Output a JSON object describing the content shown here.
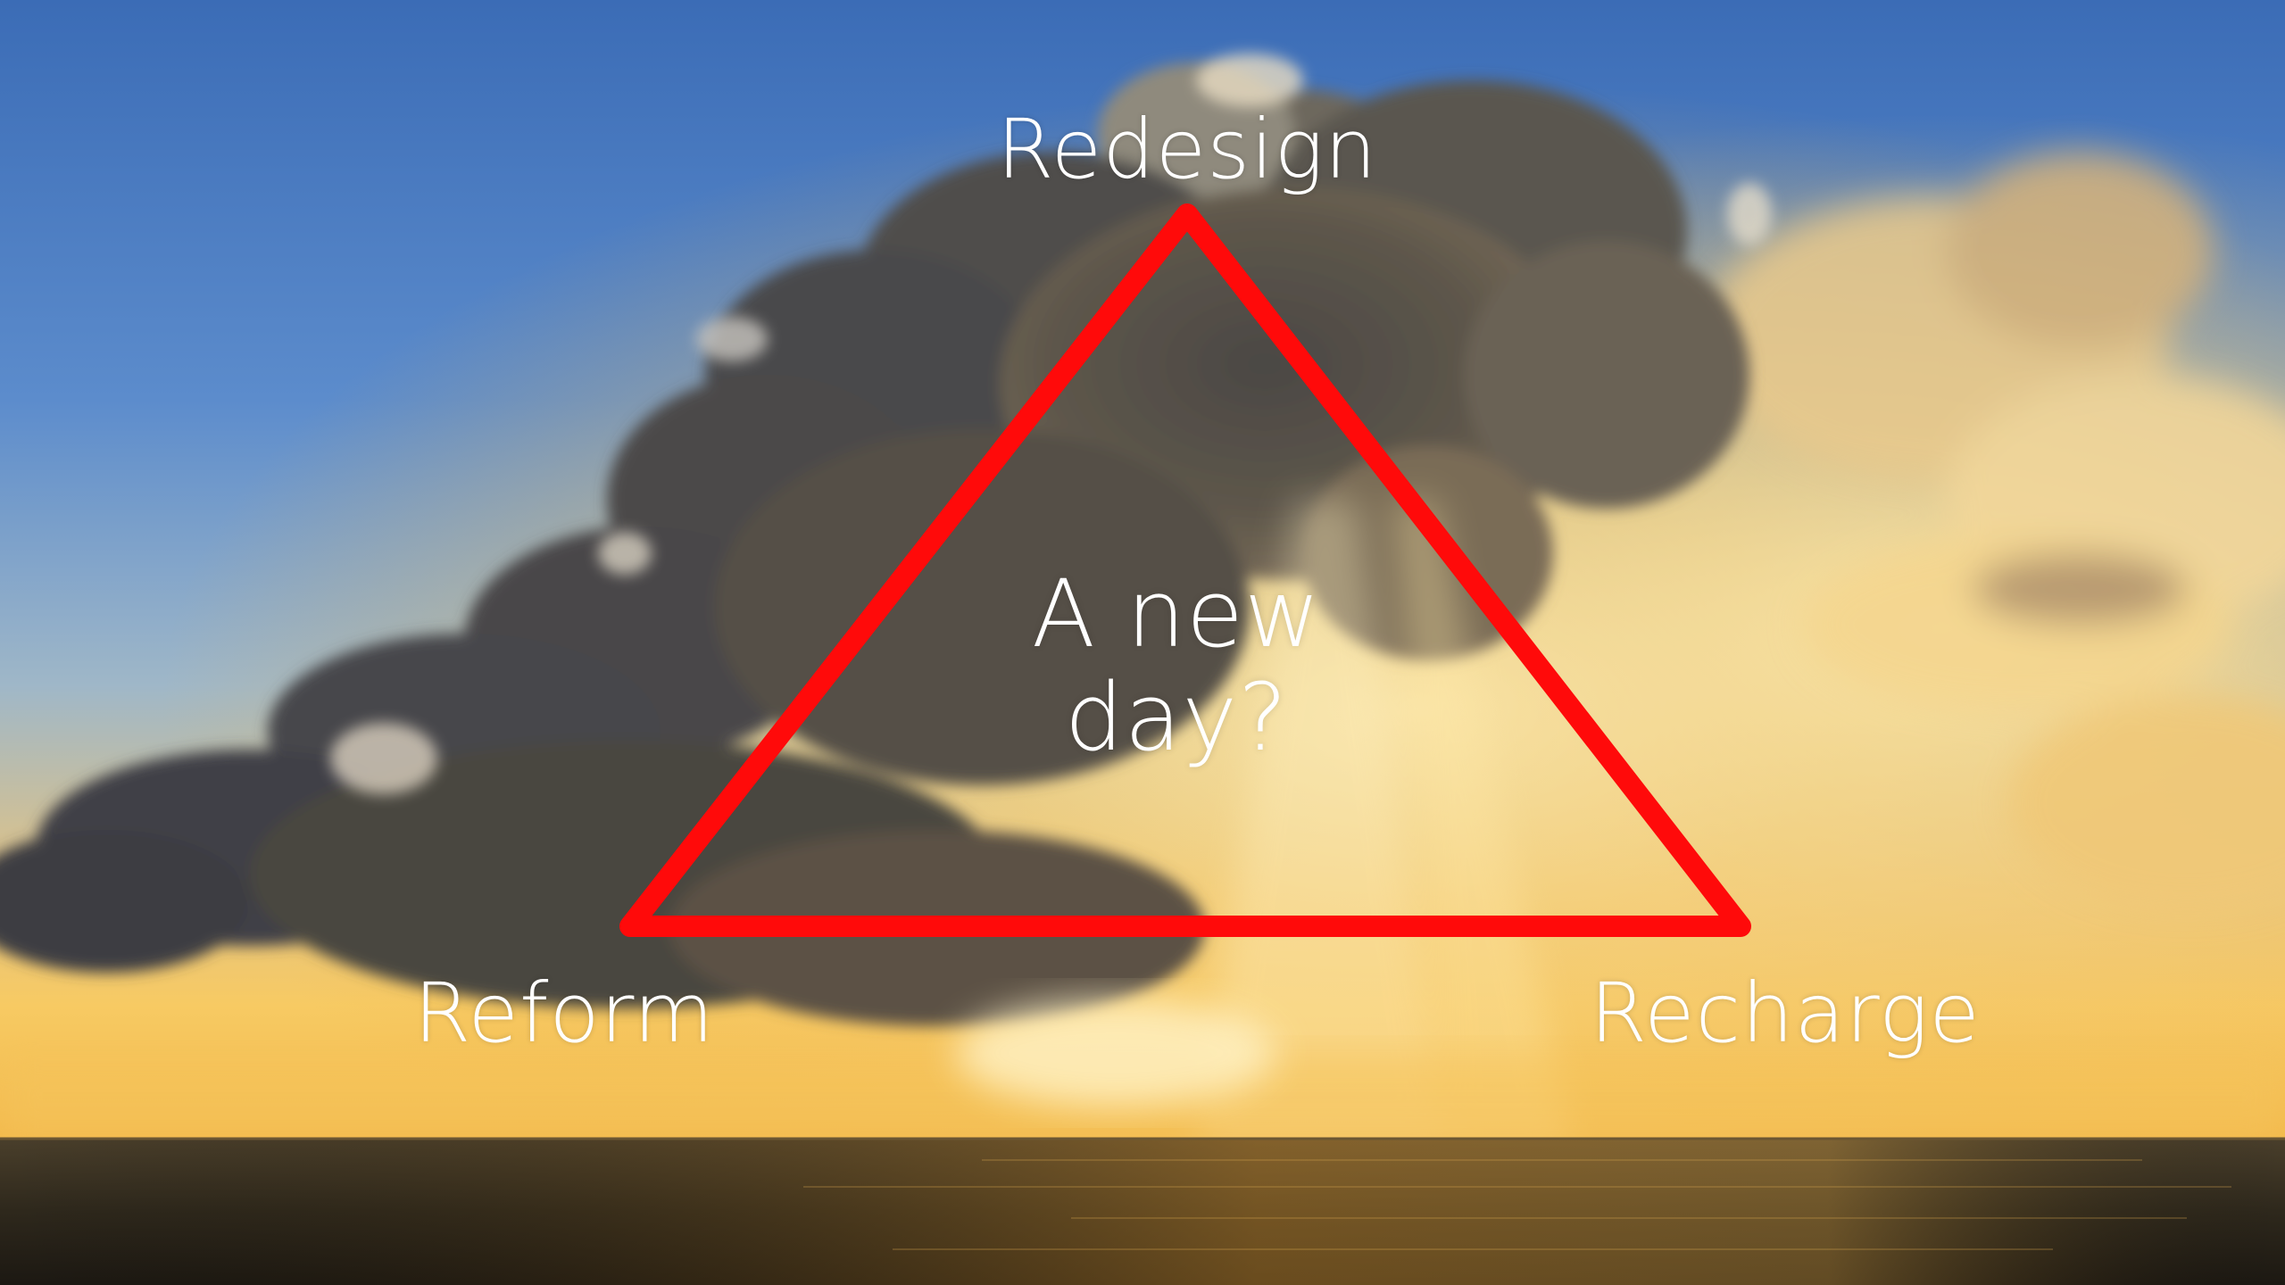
{
  "slide": {
    "apex_label": "Redesign",
    "left_label": "Reform",
    "right_label": "Recharge",
    "center_line1": "A new",
    "center_line2": "day?"
  },
  "colors": {
    "triangle_stroke": "#ff0a0a",
    "text": "#ffffff",
    "sky_top": "#3d6fb8",
    "sky_horizon": "#f6c760",
    "sea": "#2a2418"
  },
  "background": {
    "description_icon": "sunset-cloud-photo-icon"
  }
}
